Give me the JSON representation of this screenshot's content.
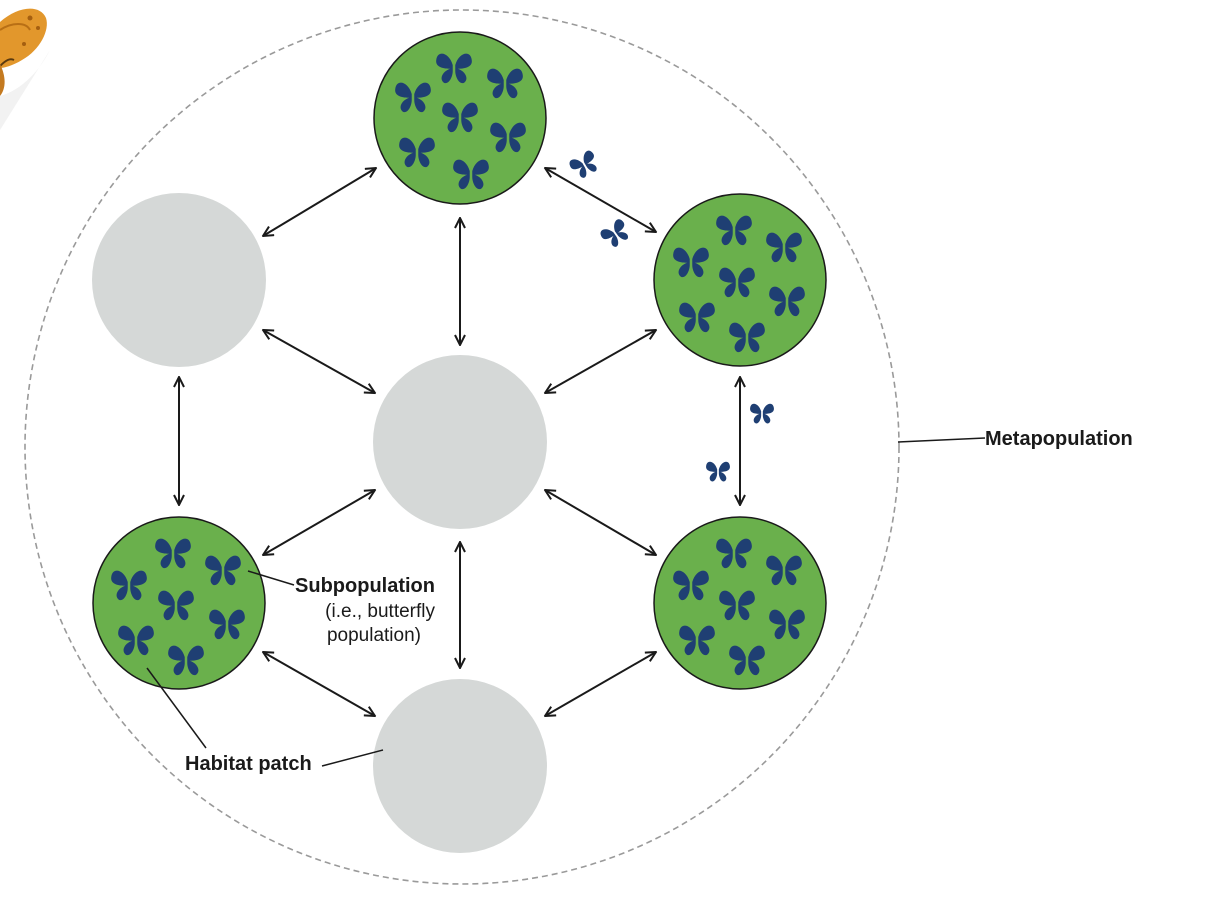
{
  "labels": {
    "metapopulation": "Metapopulation",
    "subpopulation": "Subpopulation",
    "subpopulation_note_1": "(i.e., butterfly",
    "subpopulation_note_2": "population)",
    "habitat_patch": "Habitat patch"
  },
  "patches": [
    {
      "id": "top",
      "state": "occupied"
    },
    {
      "id": "upper-right",
      "state": "occupied"
    },
    {
      "id": "lower-right",
      "state": "occupied"
    },
    {
      "id": "bottom",
      "state": "empty"
    },
    {
      "id": "lower-left",
      "state": "occupied"
    },
    {
      "id": "upper-left",
      "state": "empty"
    },
    {
      "id": "center",
      "state": "empty"
    }
  ],
  "colors": {
    "occupied_patch": "#6ab04c",
    "empty_patch": "#d5d8d7",
    "butterfly": "#1f3f73",
    "arrow": "#1a1a1a",
    "boundary": "#9a9a9a",
    "corner_butterfly": "#e2972c"
  },
  "icons": {
    "butterfly": "butterfly-icon",
    "corner": "orange-butterfly-icon"
  }
}
